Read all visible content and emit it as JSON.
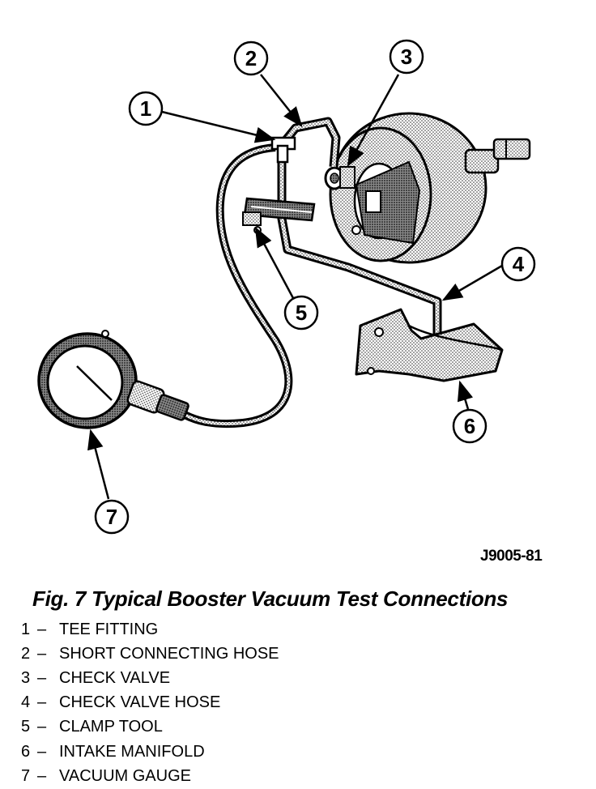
{
  "figure": {
    "drawing_code": "J9005-81",
    "caption": "Fig. 7 Typical Booster Vacuum Test Connections",
    "callouts": [
      {
        "number": "1",
        "label": "TEE FITTING"
      },
      {
        "number": "2",
        "label": "SHORT CONNECTING HOSE"
      },
      {
        "number": "3",
        "label": "CHECK VALVE"
      },
      {
        "number": "4",
        "label": "CHECK VALVE HOSE"
      },
      {
        "number": "5",
        "label": "CLAMP TOOL"
      },
      {
        "number": "6",
        "label": "INTAKE MANIFOLD"
      },
      {
        "number": "7",
        "label": "VACUUM GAUGE"
      }
    ],
    "legend_separator": "–"
  }
}
